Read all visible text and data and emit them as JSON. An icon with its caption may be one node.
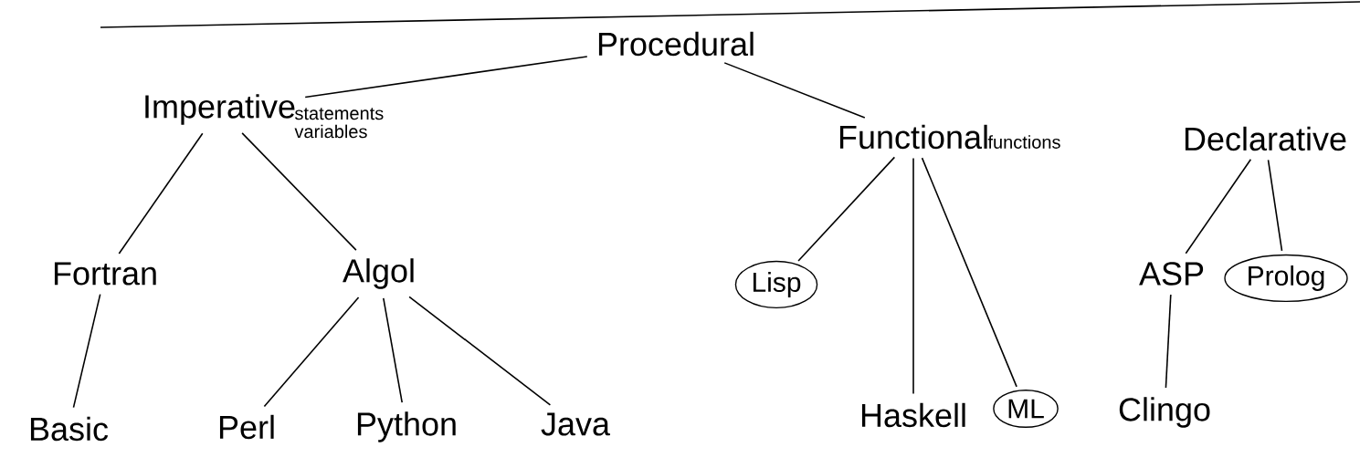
{
  "diagram": {
    "nodes": [
      {
        "text": [
          "Procedural"
        ]
      },
      {
        "text": [
          "Imperative"
        ],
        "beside": [
          "statements variables"
        ]
      },
      {
        "text": [
          "Functional"
        ],
        "beside": [
          "functions"
        ]
      },
      {
        "text": [
          "Declarative"
        ]
      },
      {
        "text": [
          "Fortran"
        ]
      },
      {
        "text": [
          "Algol"
        ]
      },
      {
        "text": [
          "Basic"
        ]
      },
      {
        "text": [
          "Perl"
        ]
      },
      {
        "text": [
          "Python"
        ]
      },
      {
        "text": [
          "Java"
        ]
      },
      {
        "text": [
          "Lisp"
        ]
      },
      {
        "text": [
          "Haskell"
        ]
      },
      {
        "text": [
          "ML"
        ]
      },
      {
        "text": [
          "ASP"
        ]
      },
      {
        "text": [
          "Prolog"
        ]
      },
      {
        "text": [
          "Clingo"
        ]
      }
    ],
    "edges": [
      {
        "from": 0,
        "to": 1,
        "arrow": "none"
      },
      {
        "from": 0,
        "to": 2,
        "arrow": "none"
      },
      {
        "from": 1,
        "to": 4,
        "arrow": "none"
      },
      {
        "from": 1,
        "to": 5,
        "arrow": "none"
      },
      {
        "from": 4,
        "to": 6,
        "arrow": "none"
      },
      {
        "from": 5,
        "to": 7,
        "arrow": "none"
      },
      {
        "from": 5,
        "to": 8,
        "arrow": "none"
      },
      {
        "from": 5,
        "to": 9,
        "arrow": "none"
      },
      {
        "from": 2,
        "to": 10,
        "arrow": "none"
      },
      {
        "from": 2,
        "to": 11,
        "arrow": "none"
      },
      {
        "from": 2,
        "to": 12,
        "arrow": "none"
      },
      {
        "from": 3,
        "to": 13,
        "arrow": "none"
      },
      {
        "from": 3,
        "to": 14,
        "arrow": "none"
      },
      {
        "from": 13,
        "to": 15,
        "arrow": "none"
      }
    ]
  }
}
